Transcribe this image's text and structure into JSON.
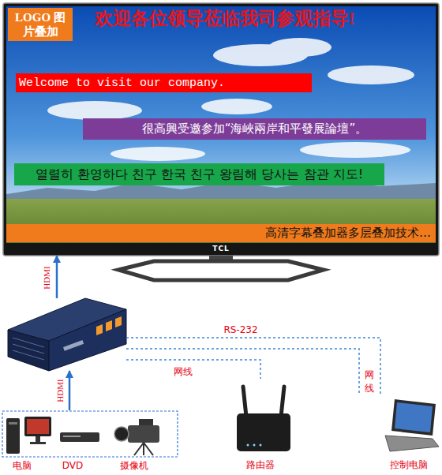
{
  "diagram": {
    "nodes": [
      {
        "text": [
          "TCL"
        ]
      },
      {
        "text": [
          "LOGO 图片叠加"
        ],
        "in": 0
      },
      {
        "text": [
          "Welcome to visit our company."
        ],
        "in": 0
      },
      {
        "text": [
          "很高興受邀参加“海峽兩岸和平發展論壇”。"
        ],
        "in": 0
      },
      {
        "text": [
          "열렬히 환영하다 친구 한국 친구 왕림해 당사는 참관 지도!"
        ],
        "in": 0
      },
      {
        "text": [
          "高清字幕叠加器多层叠加技术…"
        ],
        "in": 0
      },
      {
        "text": []
      },
      {
        "text": [
          "电脑",
          "DVD",
          "摄像机"
        ]
      },
      {
        "text": [
          "路由器"
        ]
      },
      {
        "text": [
          "控制电脑"
        ]
      }
    ],
    "edges": [
      {
        "from": 7,
        "to": 6,
        "arrow": "to",
        "label": "HDMI"
      },
      {
        "from": 6,
        "to": 0,
        "arrow": "to",
        "label": "HDMI"
      },
      {
        "from": 6,
        "to": 9,
        "arrow": "none",
        "label": "RS-232"
      },
      {
        "from": 6,
        "to": 9,
        "arrow": "none",
        "label": "网线"
      },
      {
        "from": 6,
        "to": 8,
        "arrow": "none",
        "label": "网线"
      }
    ],
    "labels": [
      "欢迎各位领导莅临我司参观指导!"
    ]
  }
}
